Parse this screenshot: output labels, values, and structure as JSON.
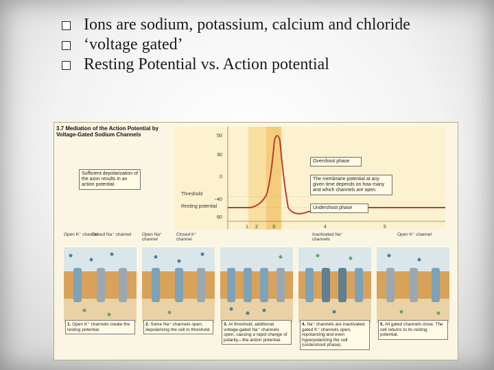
{
  "bullets": [
    "Ions are sodium, potassium, calcium and chloride",
    " ‘voltage gated’",
    "Resting Potential vs. Action potential"
  ],
  "figure": {
    "title": "3.7 Mediation of the Action Potential by Voltage-Gated Sodium Channels",
    "y_ticks": [
      "50",
      "30",
      "0",
      "−40",
      "60"
    ],
    "phase_numbers": [
      "1",
      "2",
      "3",
      "4",
      "5"
    ],
    "threshold_label": "Threshold",
    "resting_label": "Resting potential",
    "callouts": {
      "overshoot": "Overshoot phase",
      "membrane": "The membrane potential at any given time depends on how many and which channels are open.",
      "undershoot": "Undershoot phase",
      "depolarization": "Sufficient depolarization of the axon results in an action potential."
    },
    "channel_labels": [
      [
        "Open K⁺ channel",
        "Closed Na⁺ channel"
      ],
      [
        "Open Na⁺ channel",
        "Closed K⁺ channel"
      ],
      [
        "Inactivated Na⁺ channels",
        "Open K⁺ channel"
      ]
    ],
    "captions": [
      {
        "num": "1.",
        "text": "Open K⁺ channels create the resting potential."
      },
      {
        "num": "2.",
        "text": "Some Na⁺ channels open, depolarizing the cell to threshold."
      },
      {
        "num": "3.",
        "text": "At threshold, additional voltage-gated Na⁺ channels open, causing a rapid change of polarity—the action potential."
      },
      {
        "num": "4.",
        "text": "Na⁺ channels are inactivated; gated K⁺ channels open, repolarizing and even hyperpolarizing the cell (undershoot phase)."
      },
      {
        "num": "5.",
        "text": "All gated channels close. The cell returns to its resting potential."
      }
    ]
  },
  "colors": {
    "curve": "#c0392b",
    "phase_band": "#f5d07a",
    "membrane": "#d9a25b"
  }
}
